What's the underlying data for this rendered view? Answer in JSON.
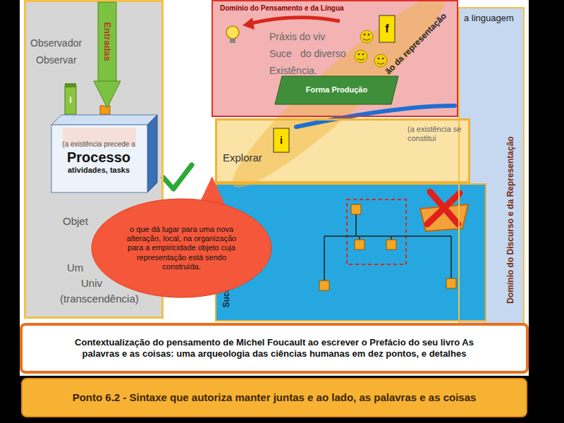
{
  "diagram": {
    "title": "Ponto 6.2 - Sintaxe que autoriza manter juntas e ao lado, as palavras e as coisas",
    "nodes": [
      {
        "text": [
          "Observador",
          "Observar",
          "Objet",
          "Um",
          "Univ",
          "(transcendência)"
        ]
      },
      {
        "text": [
          "Entradas"
        ],
        "in": 0
      },
      {
        "text": [
          "(a existência precede a",
          "Processo",
          "atividades, tasks"
        ],
        "in": 0
      },
      {
        "text": [
          "Domínio do Pensamento e da Língua",
          "Práxis do viv",
          "Suce",
          "do diverso",
          "Existência."
        ]
      },
      {
        "text": [
          "Forma Produção"
        ],
        "in": 3
      },
      {
        "text": [
          "a linguagem",
          "Domínio do Discurso e da Representação"
        ]
      },
      {
        "text": [
          "Explorar",
          "(a existência se constitui"
        ]
      },
      {
        "text": [
          "Suce"
        ]
      },
      {
        "text": [
          "o que dá lugar para uma nova alteração, local, na organização para a empiricidade objeto cuja representação está sendo construída."
        ]
      },
      {
        "text": [
          "Contextualização do pensamento de Michel Foucault ao escrever o Prefácio do seu livro As palavras e as coisas: uma arqueologia das ciências humanas em dez pontos, e detalhes"
        ]
      }
    ],
    "labels": [
      "ão da representação",
      "i",
      "f",
      "i"
    ]
  }
}
